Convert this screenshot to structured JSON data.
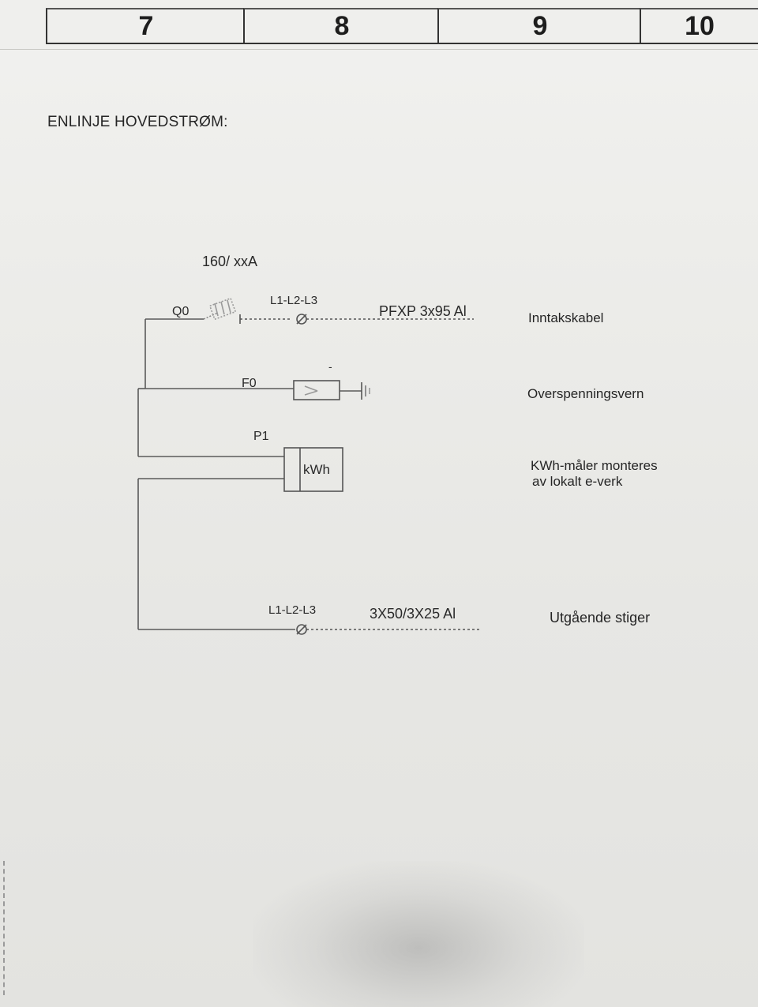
{
  "column_numbers": [
    "7",
    "8",
    "9",
    "10"
  ],
  "heading": "ENLINJE HOVEDSTRØM:",
  "diagram": {
    "rating": "160/ xxA",
    "q0": {
      "tag": "Q0",
      "phases": "L1-L2-L3",
      "cable": "PFXP 3x95 Al",
      "description": "Inntakskabel"
    },
    "f0": {
      "tag": "F0",
      "mark": "-",
      "description": "Overspenningsvern"
    },
    "p1": {
      "tag": "P1",
      "meter_label": "kWh",
      "description_line1": "KWh-måler monteres",
      "description_line2": "av lokalt e-verk"
    },
    "outgoing": {
      "phases": "L1-L2-L3",
      "cable": "3X50/3X25 Al",
      "description": "Utgående stiger"
    }
  },
  "colors": {
    "ink": "#2a2a2a",
    "line": "#555555",
    "paper": "#ecece9"
  },
  "icons": [
    "breaker-icon",
    "cable-marker-icon",
    "surge-arrester-icon",
    "ground-icon",
    "kwh-meter-icon"
  ]
}
